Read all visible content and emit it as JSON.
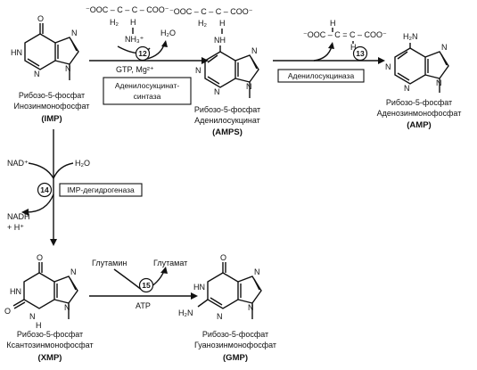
{
  "colors": {
    "ink": "#111111",
    "background": "#ffffff"
  },
  "compounds": {
    "imp": {
      "sugar": "Рибозо-5-фосфат",
      "name": "Инозинмонофосфат",
      "abbr": "(IMP)"
    },
    "amps": {
      "sugar": "Рибозо-5-фосфат",
      "name": "Аденилосукцинат",
      "abbr": "(AMPS)"
    },
    "amp": {
      "sugar": "Рибозо-5-фосфат",
      "name": "Аденозинмонофосфат",
      "abbr": "(AMP)"
    },
    "xmp": {
      "sugar": "Рибозо-5-фосфат",
      "name": "Ксантозинмонофосфат",
      "abbr": "(XMP)"
    },
    "gmp": {
      "sugar": "Рибозо-5-фосфат",
      "name": "Гуанозинмонофосфат",
      "abbr": "(GMP)"
    }
  },
  "reactions": {
    "r12": {
      "number": "12",
      "enzyme_line1": "Аденилосукцинат-",
      "enzyme_line2": "синтаза",
      "cofactor": "GTP, Mg²⁺",
      "product": "H₂O",
      "substrate_top": "⁻OOC – C – C – COO⁻",
      "substrate_h2": "H₂",
      "substrate_h": "H",
      "substrate_nh3": "NH₃⁺"
    },
    "r13": {
      "number": "13",
      "enzyme": "Аденилосукциназа",
      "product": "⁻OOC – C = C – COO⁻",
      "product_h1": "H",
      "product_h2": "H"
    },
    "r14": {
      "number": "14",
      "enzyme": "IMP-дегидрогеназа",
      "in1": "NAD⁺",
      "in2": "H₂O",
      "out1": "NADH",
      "out2": "+ H⁺"
    },
    "r15": {
      "number": "15",
      "in": "Глутамин",
      "out": "Глутамат",
      "cofactor": "ATP"
    }
  },
  "amps_substituent": {
    "top": "⁻OOC – C – C – COO⁻",
    "h2": "H₂",
    "h": "H",
    "nh": "NH"
  },
  "atoms": {
    "O": "O",
    "N": "N",
    "HN": "HN",
    "NH": "NH",
    "H": "H",
    "H2N": "H₂N"
  }
}
